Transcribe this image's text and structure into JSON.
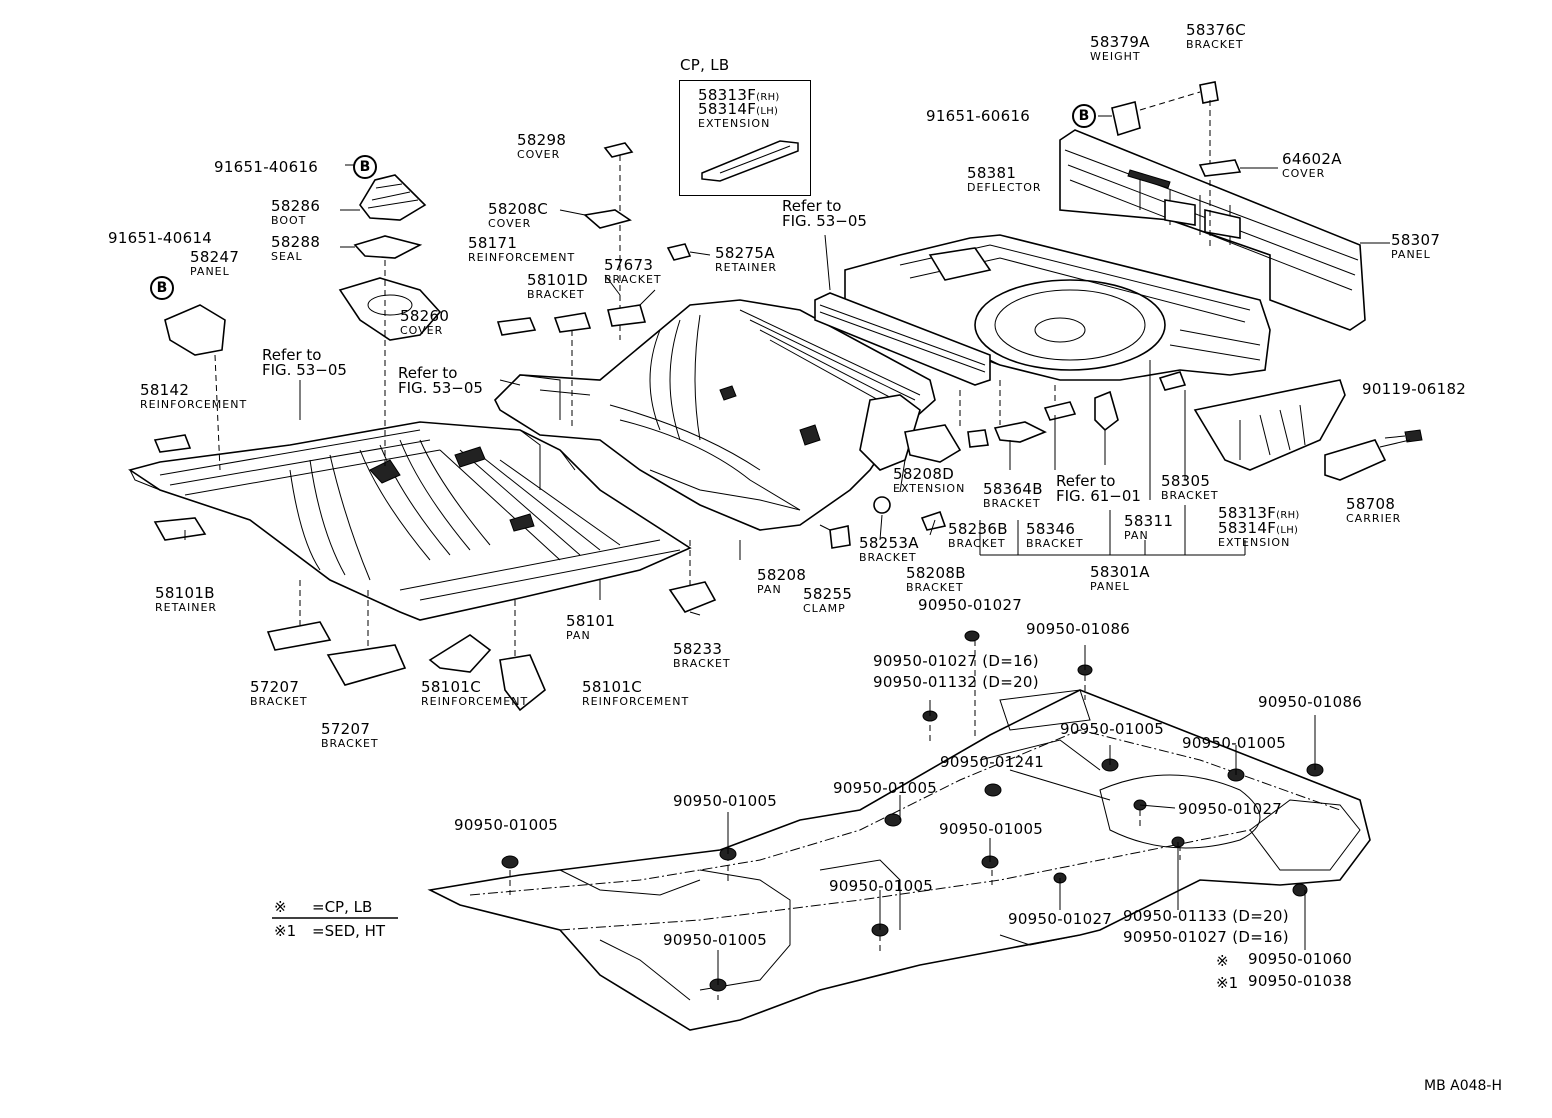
{
  "inset": {
    "title": "CP, LB",
    "part1": "58313F",
    "part1_side": "(RH)",
    "part2": "58314F",
    "part2_side": "(LH)",
    "name": "EXTENSION"
  },
  "labels": [
    {
      "id": "p58298",
      "num": "58298",
      "name": "COVER"
    },
    {
      "id": "p91651_40616",
      "num": "91651-40616",
      "name": ""
    },
    {
      "id": "p58286",
      "num": "58286",
      "name": "BOOT"
    },
    {
      "id": "p58288",
      "num": "58288",
      "name": "SEAL"
    },
    {
      "id": "p91651_40614",
      "num": "91651-40614",
      "name": ""
    },
    {
      "id": "p58247",
      "num": "58247",
      "name": "PANEL"
    },
    {
      "id": "p58260",
      "num": "58260",
      "name": "COVER"
    },
    {
      "id": "p58208C",
      "num": "58208C",
      "name": "COVER"
    },
    {
      "id": "p58171",
      "num": "58171",
      "name": "REINFORCEMENT"
    },
    {
      "id": "p58101D",
      "num": "58101D",
      "name": "BRACKET"
    },
    {
      "id": "p57673",
      "num": "57673",
      "name": "BRACKET"
    },
    {
      "id": "p58275A",
      "num": "58275A",
      "name": "RETAINER"
    },
    {
      "id": "p58142",
      "num": "58142",
      "name": "REINFORCEMENT"
    },
    {
      "id": "p58101B",
      "num": "58101B",
      "name": "RETAINER"
    },
    {
      "id": "p58101",
      "num": "58101",
      "name": "PAN"
    },
    {
      "id": "p57207a",
      "num": "57207",
      "name": "BRACKET"
    },
    {
      "id": "p57207b",
      "num": "57207",
      "name": "BRACKET"
    },
    {
      "id": "p58101Ca",
      "num": "58101C",
      "name": "REINFORCEMENT"
    },
    {
      "id": "p58101Cb",
      "num": "58101C",
      "name": "REINFORCEMENT"
    },
    {
      "id": "p58233",
      "num": "58233",
      "name": "BRACKET"
    },
    {
      "id": "p58208",
      "num": "58208",
      "name": "PAN"
    },
    {
      "id": "p58255",
      "num": "58255",
      "name": "CLAMP"
    },
    {
      "id": "p58253A",
      "num": "58253A",
      "name": "BRACKET"
    },
    {
      "id": "p58208D",
      "num": "58208D",
      "name": "EXTENSION"
    },
    {
      "id": "p58208B",
      "num": "58208B",
      "name": "BRACKET"
    },
    {
      "id": "p58379A",
      "num": "58379A",
      "name": "WEIGHT"
    },
    {
      "id": "p58376C",
      "num": "58376C",
      "name": "BRACKET"
    },
    {
      "id": "p91651_60616",
      "num": "91651-60616",
      "name": ""
    },
    {
      "id": "p64602A",
      "num": "64602A",
      "name": "COVER"
    },
    {
      "id": "p58381",
      "num": "58381",
      "name": "DEFLECTOR"
    },
    {
      "id": "p58307",
      "num": "58307",
      "name": "PANEL"
    },
    {
      "id": "p90119_06182",
      "num": "90119-06182",
      "name": ""
    },
    {
      "id": "p58708",
      "num": "58708",
      "name": "CARRIER"
    },
    {
      "id": "p58364B",
      "num": "58364B",
      "name": "BRACKET"
    },
    {
      "id": "p58305",
      "num": "58305",
      "name": "BRACKET"
    },
    {
      "id": "p58236B",
      "num": "58236B",
      "name": "BRACKET"
    },
    {
      "id": "p58346",
      "num": "58346",
      "name": "BRACKET"
    },
    {
      "id": "p58311",
      "num": "58311",
      "name": "PAN"
    },
    {
      "id": "p58301A",
      "num": "58301A",
      "name": "PANEL"
    }
  ],
  "rear_extension": {
    "part1": "58313F",
    "part1_side": "(RH)",
    "part2": "58314F",
    "part2_side": "(LH)",
    "name": "EXTENSION"
  },
  "refers": [
    {
      "id": "ref1",
      "line1": "Refer to",
      "line2": "FIG. 53−05"
    },
    {
      "id": "ref2",
      "line1": "Refer to",
      "line2": "FIG. 53−05"
    },
    {
      "id": "ref3",
      "line1": "Refer to",
      "line2": "FIG. 53−05"
    },
    {
      "id": "ref4",
      "line1": "Refer to",
      "line2": "FIG. 61−01"
    }
  ],
  "plugs": [
    {
      "id": "g1",
      "text": "90950-01027"
    },
    {
      "id": "g2",
      "text": "90950-01086"
    },
    {
      "id": "g3",
      "text": "90950-01027 (D=16)"
    },
    {
      "id": "g4",
      "text": "90950-01132 (D=20)"
    },
    {
      "id": "g5",
      "text": "90950-01086"
    },
    {
      "id": "g6",
      "text": "90950-01005"
    },
    {
      "id": "g7",
      "text": "90950-01005"
    },
    {
      "id": "g8",
      "text": "90950-01241"
    },
    {
      "id": "g9",
      "text": "90950-01005"
    },
    {
      "id": "g10",
      "text": "90950-01005"
    },
    {
      "id": "g11",
      "text": "90950-01027"
    },
    {
      "id": "g12",
      "text": "90950-01005"
    },
    {
      "id": "g13",
      "text": "90950-01005"
    },
    {
      "id": "g14",
      "text": "90950-01005"
    },
    {
      "id": "g15",
      "text": "90950-01005"
    },
    {
      "id": "g16",
      "text": "90950-01027"
    },
    {
      "id": "g17",
      "text": "90950-01133 (D=20)"
    },
    {
      "id": "g18",
      "text": "90950-01027 (D=16)"
    },
    {
      "id": "g19",
      "text": "90950-01060"
    },
    {
      "id": "g20",
      "text": "90950-01038"
    }
  ],
  "bolt_symbol": "B",
  "legend": {
    "mark1": "※",
    "text1": "=CP, LB",
    "mark2": "※1",
    "text2": "=SED, HT"
  },
  "footnote_marks": {
    "mark1": "※",
    "mark2": "※1"
  },
  "diagram_code": "MB A048-H"
}
